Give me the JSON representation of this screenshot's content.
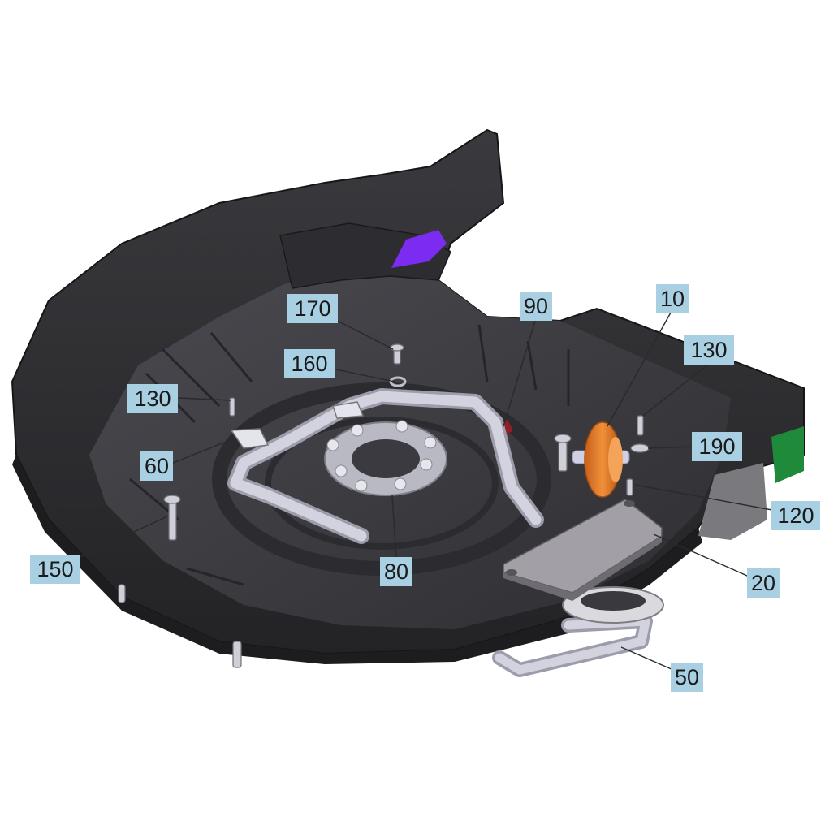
{
  "diagram": {
    "callouts": [
      {
        "id": "c10",
        "label": "10"
      },
      {
        "id": "c20",
        "label": "20"
      },
      {
        "id": "c50",
        "label": "50"
      },
      {
        "id": "c60",
        "label": "60"
      },
      {
        "id": "c80",
        "label": "80"
      },
      {
        "id": "c90",
        "label": "90"
      },
      {
        "id": "c120",
        "label": "120"
      },
      {
        "id": "c130a",
        "label": "130"
      },
      {
        "id": "c130b",
        "label": "130"
      },
      {
        "id": "c150",
        "label": "150"
      },
      {
        "id": "c160",
        "label": "160"
      },
      {
        "id": "c170",
        "label": "170"
      },
      {
        "id": "c190",
        "label": "190"
      }
    ],
    "colors": {
      "housing": "#2b2b2e",
      "housing_edge": "#1b1b1d",
      "housing_interior": "#3c3c40",
      "tube": "#c9c9d6",
      "roller": "#e07a2a",
      "purple_part": "#7b2cf0",
      "green_part": "#1f8a3a",
      "red_part": "#8e1f2b",
      "plate": "#9f9ba3",
      "callout_fill": "#a9cfe3"
    }
  }
}
